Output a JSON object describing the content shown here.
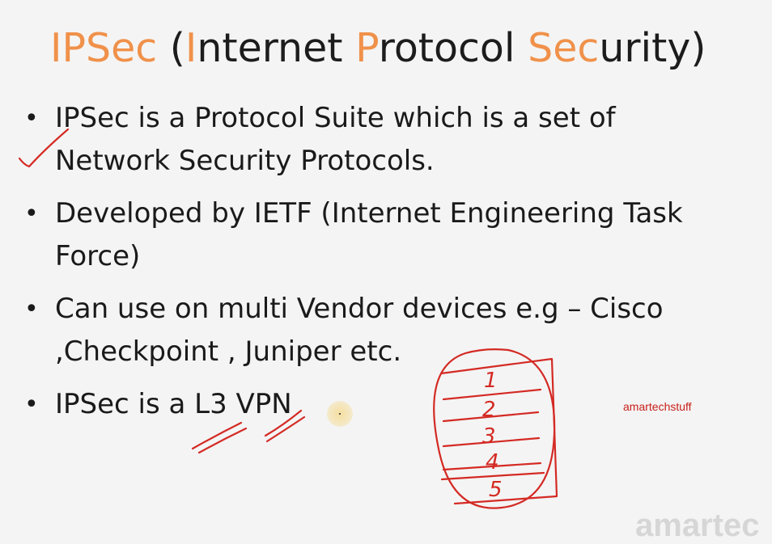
{
  "title": {
    "parts": [
      {
        "text": "IPSec",
        "accent": true
      },
      {
        "text": " (",
        "accent": false
      },
      {
        "text": "I",
        "accent": true
      },
      {
        "text": "nternet ",
        "accent": false
      },
      {
        "text": "P",
        "accent": true
      },
      {
        "text": "rotocol ",
        "accent": false
      },
      {
        "text": "Sec",
        "accent": true
      },
      {
        "text": "urity)",
        "accent": false
      }
    ]
  },
  "bullets": [
    {
      "line1": "IPSec is a Protocol Suite which is a set of",
      "line2": "Network Security Protocols."
    },
    {
      "line1": "Developed by IETF (Internet Engineering Task",
      "line2": "Force)"
    },
    {
      "line1": "Can use on multi Vendor devices e.g – Cisco",
      "line2": ",Checkpoint , Juniper etc."
    },
    {
      "line1": "IPSec is a L3 VPN",
      "line2": ""
    }
  ],
  "bullet_symbol": "•",
  "watermark": "amartechstuff",
  "faded_watermark": "amartec",
  "annotation_digits": [
    "1",
    "2",
    "3",
    "4",
    "5"
  ],
  "colors": {
    "accent": "#f0914a",
    "ink": "#d42a24",
    "text": "#1a1a1a",
    "background": "#f4f4f4"
  }
}
